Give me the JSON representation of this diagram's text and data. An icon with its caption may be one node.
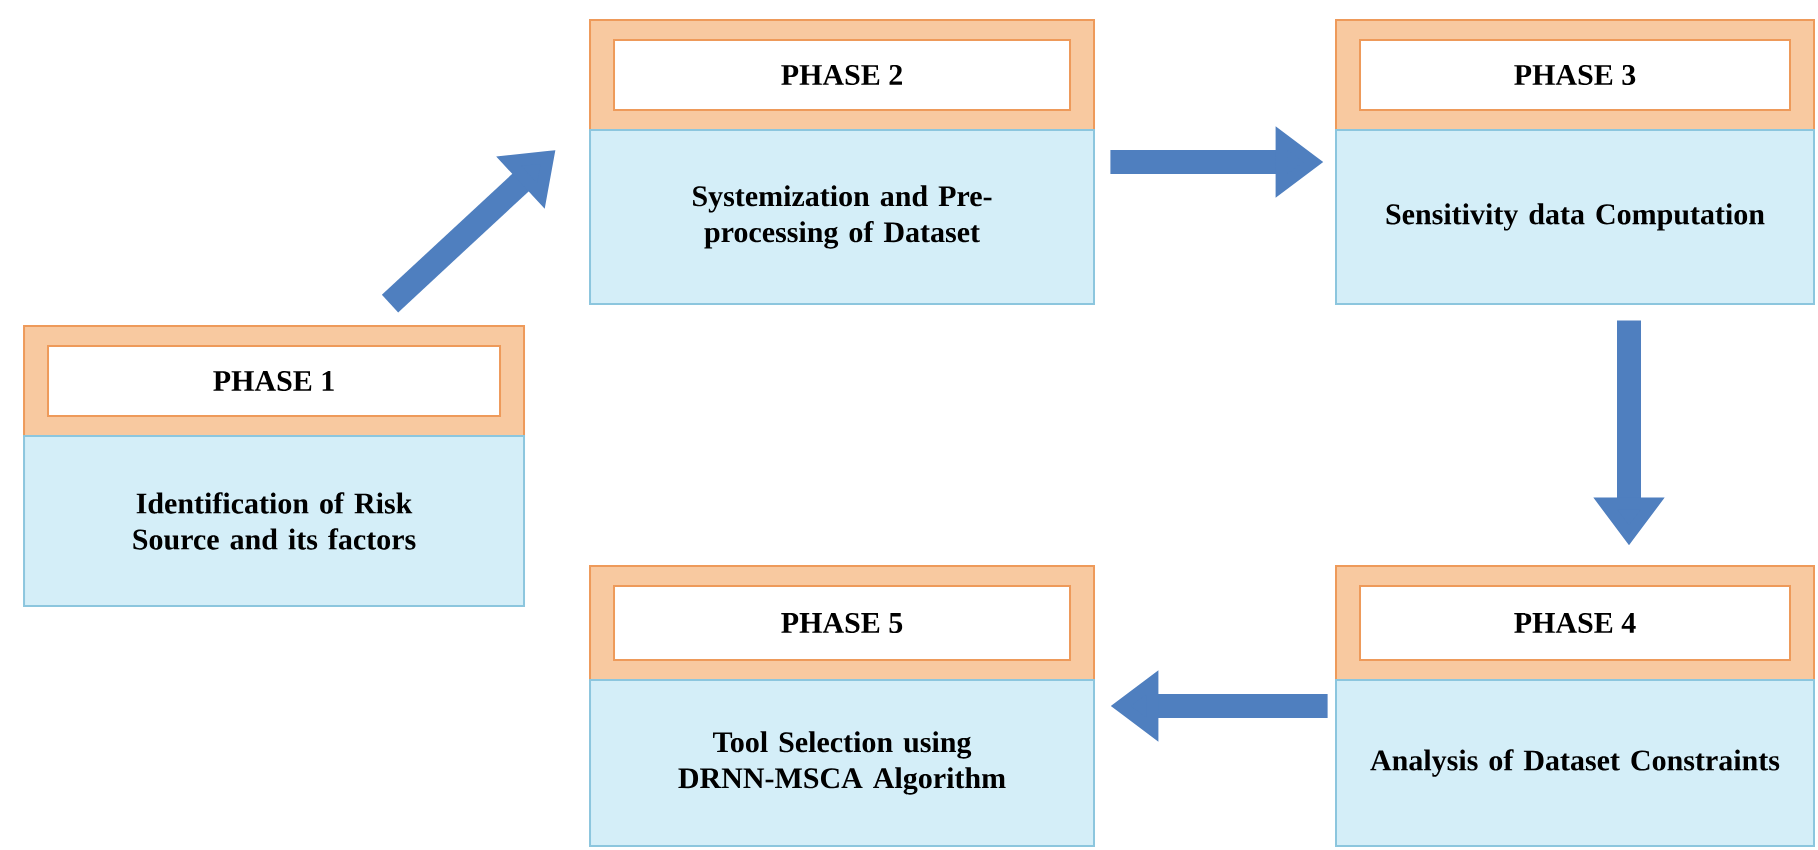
{
  "diagram": {
    "nodes": [
      {
        "text": [
          "PHASE 1",
          "Identification of Risk Source and its factors"
        ]
      },
      {
        "text": [
          "PHASE 2",
          "Systemization and Pre-processing of Dataset"
        ]
      },
      {
        "text": [
          "PHASE 3",
          "Sensitivity data Computation"
        ]
      },
      {
        "text": [
          "PHASE 4",
          "Analysis of Dataset Constraints"
        ]
      },
      {
        "text": [
          "PHASE 5",
          "Tool Selection using DRNN-MSCA Algorithm"
        ]
      }
    ],
    "edges": [
      {
        "from": 0,
        "to": 1,
        "arrow": "to"
      },
      {
        "from": 1,
        "to": 2,
        "arrow": "to"
      },
      {
        "from": 2,
        "to": 3,
        "arrow": "to"
      },
      {
        "from": 3,
        "to": 4,
        "arrow": "to"
      }
    ]
  }
}
